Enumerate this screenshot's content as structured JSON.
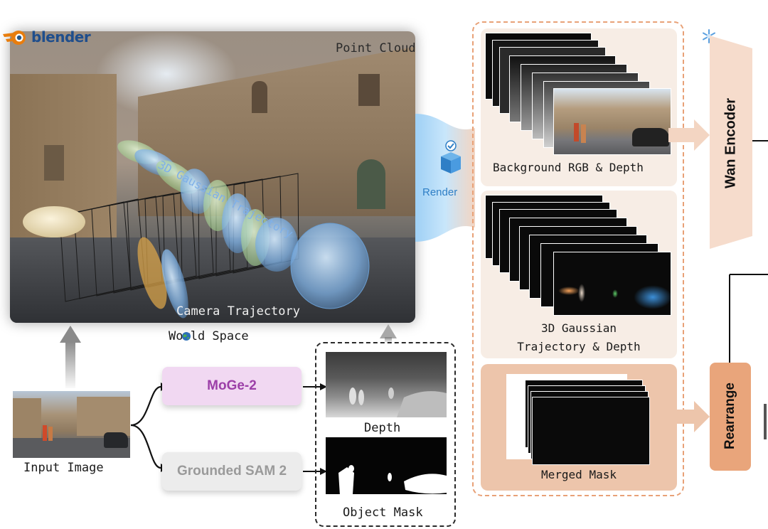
{
  "scene": {
    "logo_text": "blender",
    "point_cloud_label": "Point Cloud",
    "trajectory_label": "3D Gaussian Trajectory",
    "camera_label": "Camera Trajectory",
    "world_space_label": "World Space"
  },
  "input": {
    "caption": "Input Image"
  },
  "models": {
    "moge_label": "MoGe-2",
    "sam_label": "Grounded SAM 2"
  },
  "outputs": {
    "depth_caption": "Depth",
    "mask_caption": "Object Mask"
  },
  "render": {
    "label": "Render",
    "bg_caption": "Background RGB & Depth",
    "gauss_caption_line1": "3D Gaussian",
    "gauss_caption_line2": "Trajectory & Depth",
    "mask_caption": "Merged Mask"
  },
  "encoder": {
    "label": "Wan Encoder",
    "rearrange_label": "Rearrange"
  },
  "colors": {
    "panel_dash": "#e8a177",
    "section_bg": "#f7ede5",
    "mask_bg": "#edc5ab",
    "encoder_bg": "#f6dccc",
    "rearrange_bg": "#e9a57b",
    "moge_bg": "#f1d8f2",
    "moge_text": "#9c3fa8",
    "sam_bg": "#ececec",
    "render_blue": "#2f7fc6"
  },
  "icons": [
    "blender-logo-icon",
    "snowflake-icon",
    "render-cube-icon",
    "world-globe-icon"
  ]
}
